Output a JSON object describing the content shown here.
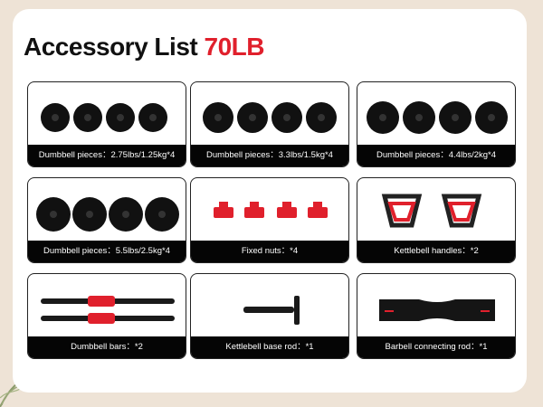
{
  "header": {
    "title_main": "Accessory List",
    "title_weight": "70LB"
  },
  "accent_color": "#e0202c",
  "items": [
    {
      "label": "Dumbbell pieces：2.75lbs/1.25kg*4",
      "icon": "weight-plates-icon"
    },
    {
      "label": "Dumbbell pieces：3.3lbs/1.5kg*4",
      "icon": "weight-plates-icon"
    },
    {
      "label": "Dumbbell pieces：4.4lbs/2kg*4",
      "icon": "weight-plates-icon"
    },
    {
      "label": "Dumbbell pieces：5.5lbs/2.5kg*4",
      "icon": "weight-plates-icon"
    },
    {
      "label": "Fixed nuts：*4",
      "icon": "fixed-nuts-icon"
    },
    {
      "label": "Kettlebell handles：*2",
      "icon": "kettlebell-handles-icon"
    },
    {
      "label": "Dumbbell bars：*2",
      "icon": "dumbbell-bars-icon"
    },
    {
      "label": "Kettlebell base rod：*1",
      "icon": "kettlebell-base-rod-icon"
    },
    {
      "label": "Barbell connecting rod：*1",
      "icon": "barbell-connecting-rod-icon"
    }
  ]
}
